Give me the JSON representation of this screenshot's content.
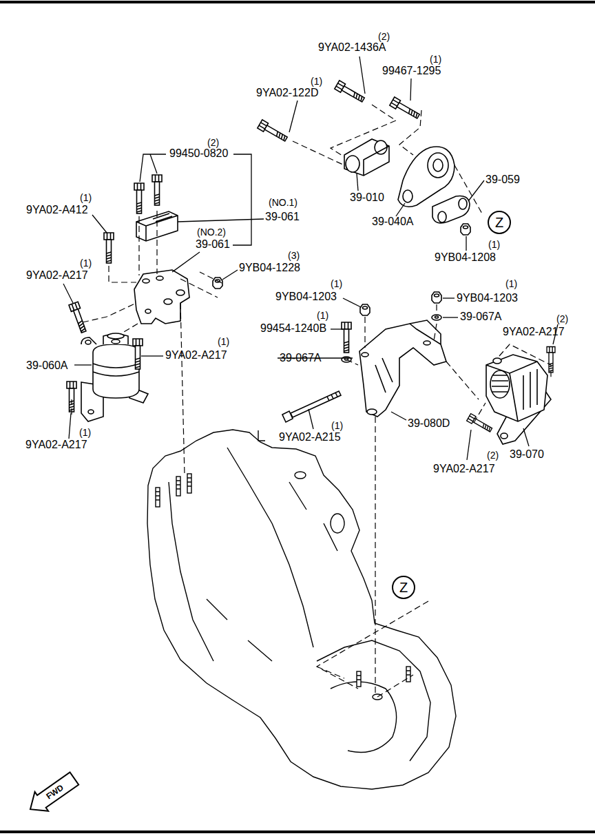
{
  "diagram": {
    "nodes": [
      {
        "text": [
          "Z"
        ]
      },
      {
        "text": [
          "Z"
        ]
      }
    ],
    "edges": [],
    "labels": [
      "(2)",
      "9YA02-1436A",
      "(1)",
      "99467-1295",
      "(1)",
      "9YA02-122D",
      "(2)",
      "99450-0820",
      "39-059",
      "39-010",
      "(1)",
      "(NO.1)",
      "9YA02-A412",
      "39-061",
      "39-040A",
      "(NO.2)",
      "39-061",
      "(1)",
      "9YB04-1208",
      "(3)",
      "(1)",
      "9YB04-1228",
      "9YA02-A217",
      "(1)",
      "9YB04-1203",
      "(1)",
      "9YB04-1203",
      "(1)",
      "39-067A",
      "99454-1240B",
      "(2)",
      "9YA02-A217",
      "(1)",
      "9YA02-A217",
      "39-067A",
      "39-060A",
      "39-080D",
      "(1)",
      "(1)",
      "9YA02-A215",
      "39-070",
      "9YA02-A217",
      "(2)",
      "9YA02-A217",
      "FWD"
    ]
  }
}
